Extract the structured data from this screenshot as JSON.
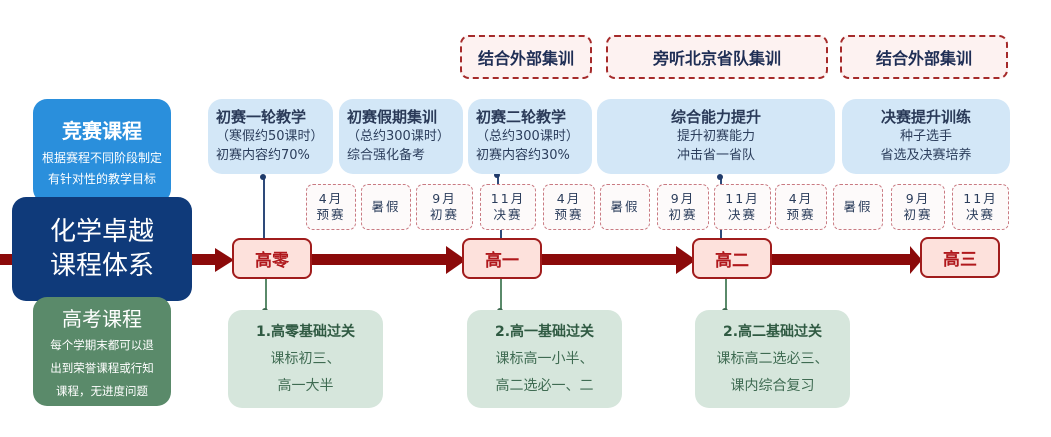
{
  "core": {
    "line1": "化学卓越",
    "line2": "课程体系"
  },
  "competition": {
    "title": "竞赛课程",
    "desc1": "根据赛程不同阶段制定",
    "desc2": "有针对性的教学目标"
  },
  "gaokao": {
    "title": "高考课程",
    "desc1": "每个学期末都可以退",
    "desc2": "出到荣誉课程或行知",
    "desc3": "课程，无进度问题"
  },
  "training": [
    {
      "label": "结合外部集训"
    },
    {
      "label": "旁听北京省队集训"
    },
    {
      "label": "结合外部集训"
    }
  ],
  "phases": [
    {
      "title": "初赛一轮教学",
      "l1": "（寒假约50课时）",
      "l2": "初赛内容约70%"
    },
    {
      "title": "初赛假期集训",
      "l1": "（总约300课时）",
      "l2": "综合强化备考"
    },
    {
      "title": "初赛二轮教学",
      "l1": "（总约300课时）",
      "l2": "初赛内容约30%"
    },
    {
      "title": "综合能力提升",
      "l1": "提升初赛能力",
      "l2": "冲击省一省队"
    },
    {
      "title": "决赛提升训练",
      "l1": "种子选手",
      "l2": "省选及决赛培养"
    }
  ],
  "months": [
    {
      "l1": "4月",
      "l2": "预赛"
    },
    {
      "l1": "暑假",
      "l2": ""
    },
    {
      "l1": "9月",
      "l2": "初赛"
    },
    {
      "l1": "11月",
      "l2": "决赛"
    },
    {
      "l1": "4月",
      "l2": "预赛"
    },
    {
      "l1": "暑假",
      "l2": ""
    },
    {
      "l1": "9月",
      "l2": "初赛"
    },
    {
      "l1": "11月",
      "l2": "决赛"
    },
    {
      "l1": "4月",
      "l2": "预赛"
    },
    {
      "l1": "暑假",
      "l2": ""
    },
    {
      "l1": "9月",
      "l2": "初赛"
    },
    {
      "l1": "11月",
      "l2": "决赛"
    }
  ],
  "years": [
    {
      "label": "高零"
    },
    {
      "label": "高一"
    },
    {
      "label": "高二"
    },
    {
      "label": "高三"
    }
  ],
  "gk_stages": [
    {
      "title": "1.高零基础过关",
      "l1": "课标初三、",
      "l2": "高一大半"
    },
    {
      "title": "2.高一基础过关",
      "l1": "课标高一小半、",
      "l2": "高二选必一、二"
    },
    {
      "title": "2.高二基础过关",
      "l1": "课标高二选必三、",
      "l2": "课内综合复习"
    }
  ],
  "colors": {
    "arrow": "#8b0a0a",
    "core": "#0f3a7a",
    "competition": "#2a8fdc",
    "gaokao": "#5a8a6a"
  }
}
